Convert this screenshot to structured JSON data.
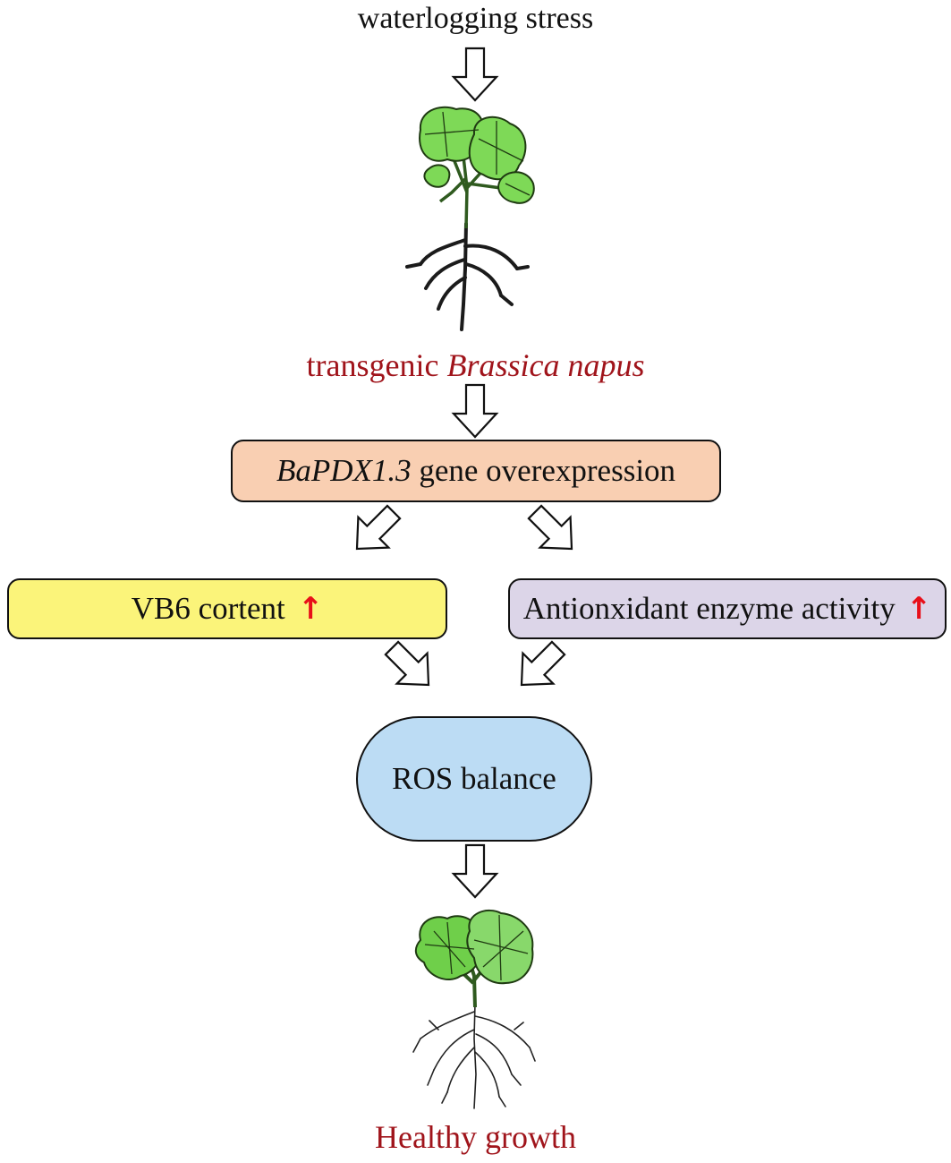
{
  "diagram": {
    "input_label": "waterlogging stress",
    "plant_label": {
      "prefix": "transgenic ",
      "species": "Brassica napus"
    },
    "gene_box": {
      "gene": "BaPDX1.3",
      "suffix": " gene overexpression"
    },
    "vb6_box": {
      "label": "VB6 cortent",
      "indicator": "↑"
    },
    "enzyme_box": {
      "label": "Antionxidant enzyme activity",
      "indicator": "↑"
    },
    "ros_box": {
      "label": "ROS balance"
    },
    "outcome_label": "Healthy growth"
  },
  "colors": {
    "gene_box": "#f9cfb2",
    "vb6_box": "#fbf47a",
    "enzyme_box": "#dcd5e8",
    "ros_box": "#bcdcf4",
    "red_text": "#a0141b",
    "up_arrow": "#e8101a"
  }
}
